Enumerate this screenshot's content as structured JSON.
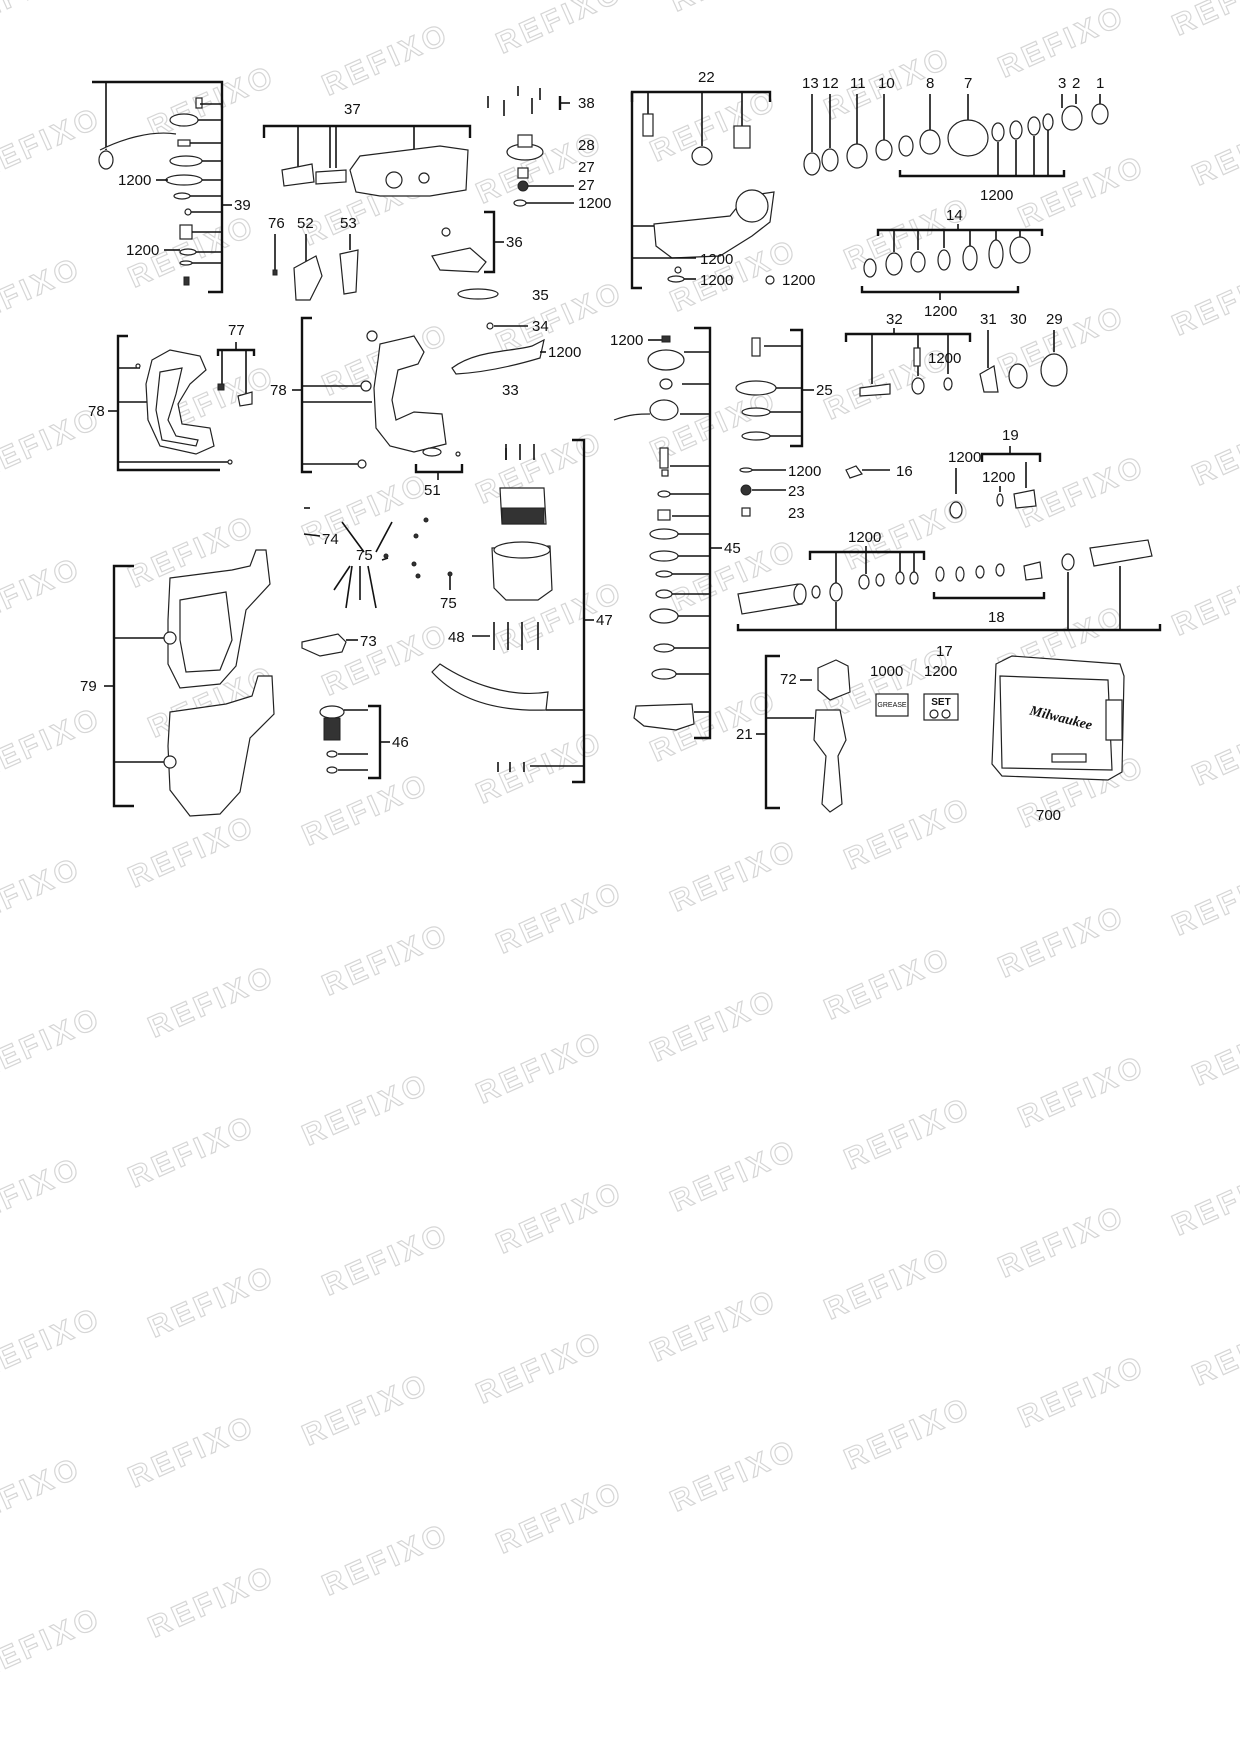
{
  "watermark": "REFIXO",
  "callouts": {
    "c1": "1",
    "c2": "2",
    "c3": "3",
    "c7": "7",
    "c8": "8",
    "c10": "10",
    "c11": "11",
    "c12": "12",
    "c13": "13",
    "c14": "14",
    "c16": "16",
    "c17": "17",
    "c18": "18",
    "c19": "19",
    "c21": "21",
    "c22": "22",
    "c23a": "23",
    "c23b": "23",
    "c25": "25",
    "c27a": "27",
    "c27b": "27",
    "c28": "28",
    "c29": "29",
    "c30": "30",
    "c31": "31",
    "c32": "32",
    "c33": "33",
    "c34": "34",
    "c35": "35",
    "c36": "36",
    "c37": "37",
    "c38": "38",
    "c39": "39",
    "c45": "45",
    "c46": "46",
    "c47": "47",
    "c48": "48",
    "c51": "51",
    "c52": "52",
    "c53": "53",
    "c72": "72",
    "c73": "73",
    "c74": "74",
    "c75a": "75",
    "c75b": "75",
    "c76": "76",
    "c77": "77",
    "c78a": "78",
    "c78b": "78",
    "c79": "79",
    "c700": "700",
    "c1000": "1000",
    "c1200_39a": "1200",
    "c1200_39b": "1200",
    "c1200_38": "1200",
    "c1200_22a": "1200",
    "c1200_22b": "1200",
    "c1200_22c": "1200",
    "c1200_top": "1200",
    "c1200_14": "1200",
    "c1200_34": "1200",
    "c1200_45": "1200",
    "c1200_32": "1200",
    "c1200_23": "1200",
    "c1200_19": "1200",
    "c1200_19b": "1200",
    "c1200_18": "1200",
    "c1200_set": "1200"
  },
  "accessories": {
    "grease_label": "GREASE",
    "set_label": "SET",
    "case_brand": "Milwaukee"
  }
}
